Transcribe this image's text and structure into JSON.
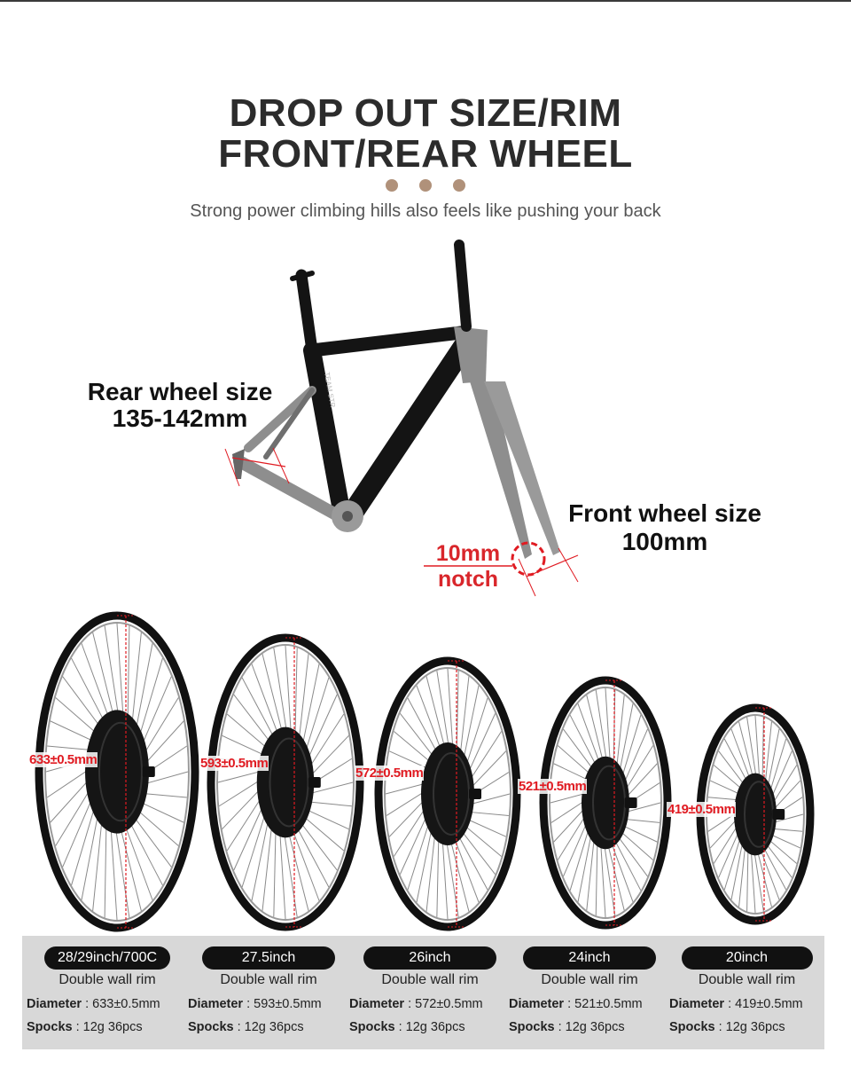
{
  "header": {
    "title_line1": "DROP OUT SIZE/RIM",
    "title_line2": "FRONT/REAR WHEEL",
    "subtitle": "Strong power climbing hills also feels like pushing your back"
  },
  "frame": {
    "rear_label_line1": "Rear wheel size",
    "rear_label_line2": "135-142mm",
    "front_label_line1": "Front wheel size",
    "front_label_line2": "100mm",
    "notch_line1": "10mm",
    "notch_line2": "notch",
    "frame_text": "TEAM STR"
  },
  "wheels": [
    {
      "dimension": "633±0.5mm",
      "size": "28/29inch/700C",
      "rim": "Double wall rim",
      "diameter_label": "Diameter",
      "diameter_value": " : 633±0.5mm",
      "spocks_label": "Spocks",
      "spocks_value": " : 12g 36pcs"
    },
    {
      "dimension": "593±0.5mm",
      "size": "27.5inch",
      "rim": "Double wall rim",
      "diameter_label": "Diameter",
      "diameter_value": " : 593±0.5mm",
      "spocks_label": "Spocks",
      "spocks_value": " : 12g 36pcs"
    },
    {
      "dimension": "572±0.5mm",
      "size": "26inch",
      "rim": "Double wall rim",
      "diameter_label": "Diameter",
      "diameter_value": " : 572±0.5mm",
      "spocks_label": "Spocks",
      "spocks_value": " : 12g 36pcs"
    },
    {
      "dimension": "521±0.5mm",
      "size": "24inch",
      "rim": "Double wall rim",
      "diameter_label": "Diameter",
      "diameter_value": " : 521±0.5mm",
      "spocks_label": "Spocks",
      "spocks_value": " : 12g 36pcs"
    },
    {
      "dimension": "419±0.5mm",
      "size": "20inch",
      "rim": "Double wall rim",
      "diameter_label": "Diameter",
      "diameter_value": " :  419±0.5mm",
      "spocks_label": "Spocks",
      "spocks_value": " : 12g 36pcs"
    }
  ],
  "colors": {
    "dot": "#b0917a",
    "dimension_red": "#e01b22",
    "frame_black": "#141414",
    "frame_gray": "#8e8e8e",
    "spec_band": "#d8d8d8"
  }
}
